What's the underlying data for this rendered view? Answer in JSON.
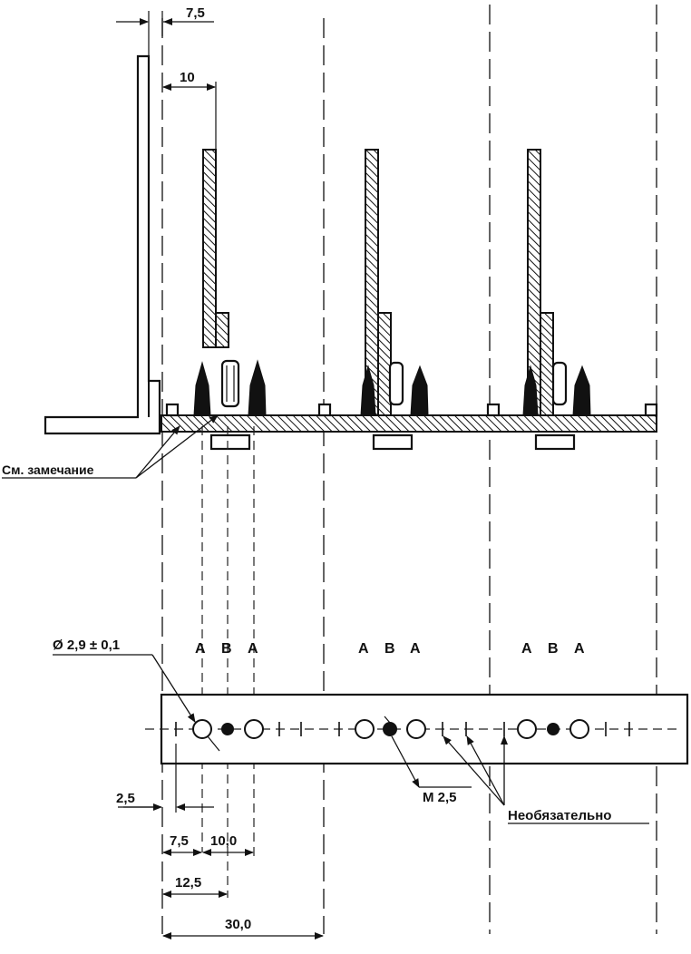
{
  "dimensions": {
    "d7_5_top": "7,5",
    "d10_top": "10",
    "d2_5": "2,5",
    "d7_5_bottom": "7,5",
    "d10_0": "10,0",
    "d12_5": "12,5",
    "d30_0": "30,0"
  },
  "labels": {
    "note": "См. замечание",
    "diameter": "Ø 2,9 ± 0,1",
    "thread": "M 2,5",
    "optional": "Необязательно"
  },
  "hole_groups": [
    {
      "a1": "A",
      "b": "B",
      "a2": "A"
    },
    {
      "a1": "A",
      "b": "B",
      "a2": "A"
    },
    {
      "a1": "A",
      "b": "B",
      "a2": "A"
    }
  ]
}
